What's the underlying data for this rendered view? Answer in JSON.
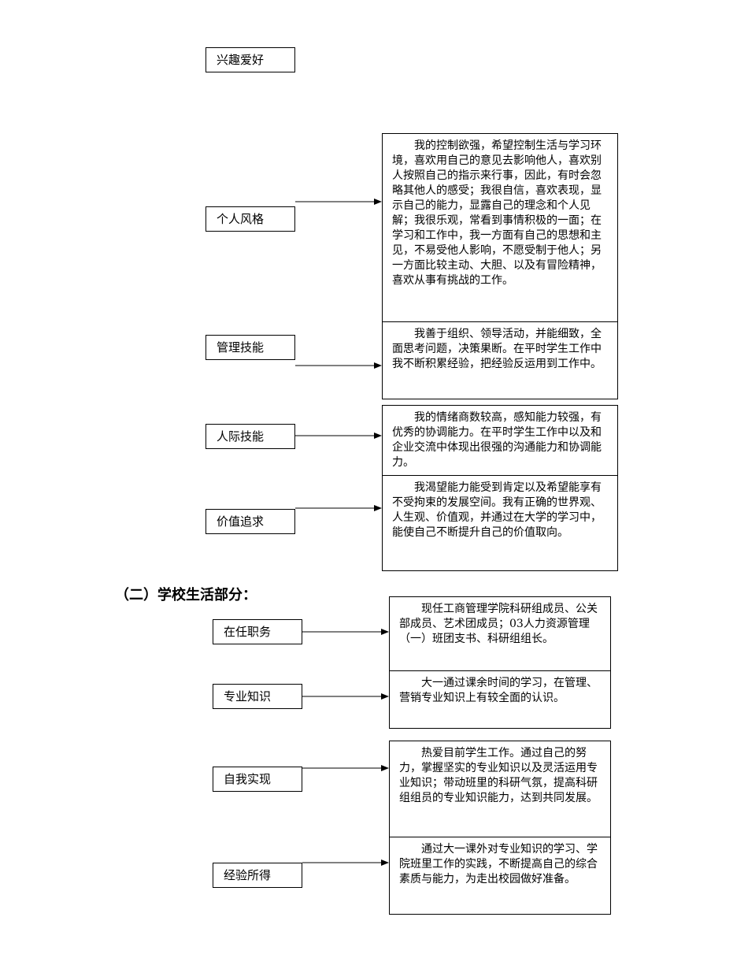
{
  "section1": {
    "hobby_label": "兴趣爱好",
    "items": [
      {
        "label": "个人风格",
        "text": "我的控制欲强，希望控制生活与学习环境，喜欢用自己的意见去影响他人，喜欢别人按照自己的指示来行事，因此，有时会忽略其他人的感受；我很自信，喜欢表现，显示自己的能力，显露自己的理念和个人见解；我很乐观，常看到事情积极的一面；在学习和工作中，我一方面有自己的思想和主见，不易受他人影响，不愿受制于他人；另一方面比较主动、大胆、以及有冒险精神，喜欢从事有挑战的工作。"
      },
      {
        "label": "管理技能",
        "text": "我善于组织、领导活动，并能细致，全面思考问题，决策果断。在平时学生工作中我不断积累经验，把经验反运用到工作中。"
      },
      {
        "label": "人际技能",
        "text": "我的情绪商数较高，感知能力较强，有优秀的协调能力。在平时学生工作中以及和企业交流中体现出很强的沟通能力和协调能力。"
      },
      {
        "label": "价值追求",
        "text": "我渴望能力能受到肯定以及希望能享有不受拘束的发展空间。我有正确的世界观、人生观、价值观，并通过在大学的学习中，能使自己不断提升自己的价值取向。"
      }
    ]
  },
  "section2": {
    "heading": "（二）学校生活部分：",
    "items": [
      {
        "label": "在任职务",
        "text": "现任工商管理学院科研组成员、公关部成员、艺术团成员；03人力资源管理（一）班团支书、科研组组长。"
      },
      {
        "label": "专业知识",
        "text": "大一通过课余时间的学习，在管理、营销专业知识上有较全面的认识。"
      },
      {
        "label": "自我实现",
        "text": "热爱目前学生工作。通过自己的努力，掌握坚实的专业知识以及灵活运用专业知识；带动班里的科研气氛，提高科研组组员的专业知识能力，达到共同发展。"
      },
      {
        "label": "经验所得",
        "text": "通过大一课外对专业知识的学习、学院班里工作的实践，不断提高自己的综合素质与能力，为走出校园做好准备。"
      }
    ]
  }
}
